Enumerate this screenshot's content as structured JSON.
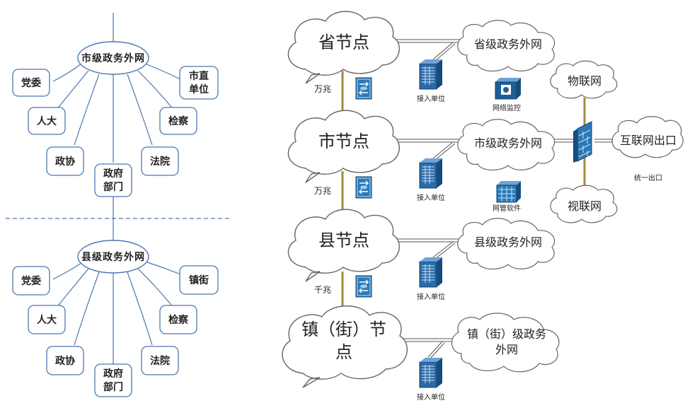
{
  "left": {
    "city": {
      "hub": "市级政务外网",
      "nodes": [
        "党委",
        "人大",
        "政协",
        "政府部门",
        "法院",
        "检察",
        "市直单位"
      ]
    },
    "county": {
      "hub": "县级政务外网",
      "nodes": [
        "党委",
        "人大",
        "政协",
        "政府部门",
        "法院",
        "检察",
        "镇街"
      ]
    }
  },
  "right": {
    "levels": [
      {
        "node": "省节点",
        "net": "省级政务外网",
        "access": "接入单位",
        "link": "万兆"
      },
      {
        "node": "市节点",
        "net": "市级政务外网",
        "access": "接入单位",
        "link": "万兆"
      },
      {
        "node": "县节点",
        "net": "县级政务外网",
        "access": "接入单位",
        "link": "千兆"
      },
      {
        "node": "镇（街）节点",
        "net": "镇（街）级政务外网",
        "access": "接入单位"
      }
    ],
    "net_monitor": "网络监控",
    "net_mgmt": "网管软件",
    "iot": "物联网",
    "video": "视联网",
    "internet": "互联网出口",
    "unified_exit": "统一出口"
  },
  "colors": {
    "outline": "#4a78b0",
    "link": "#a58a3a",
    "device": "#1f5f95"
  }
}
